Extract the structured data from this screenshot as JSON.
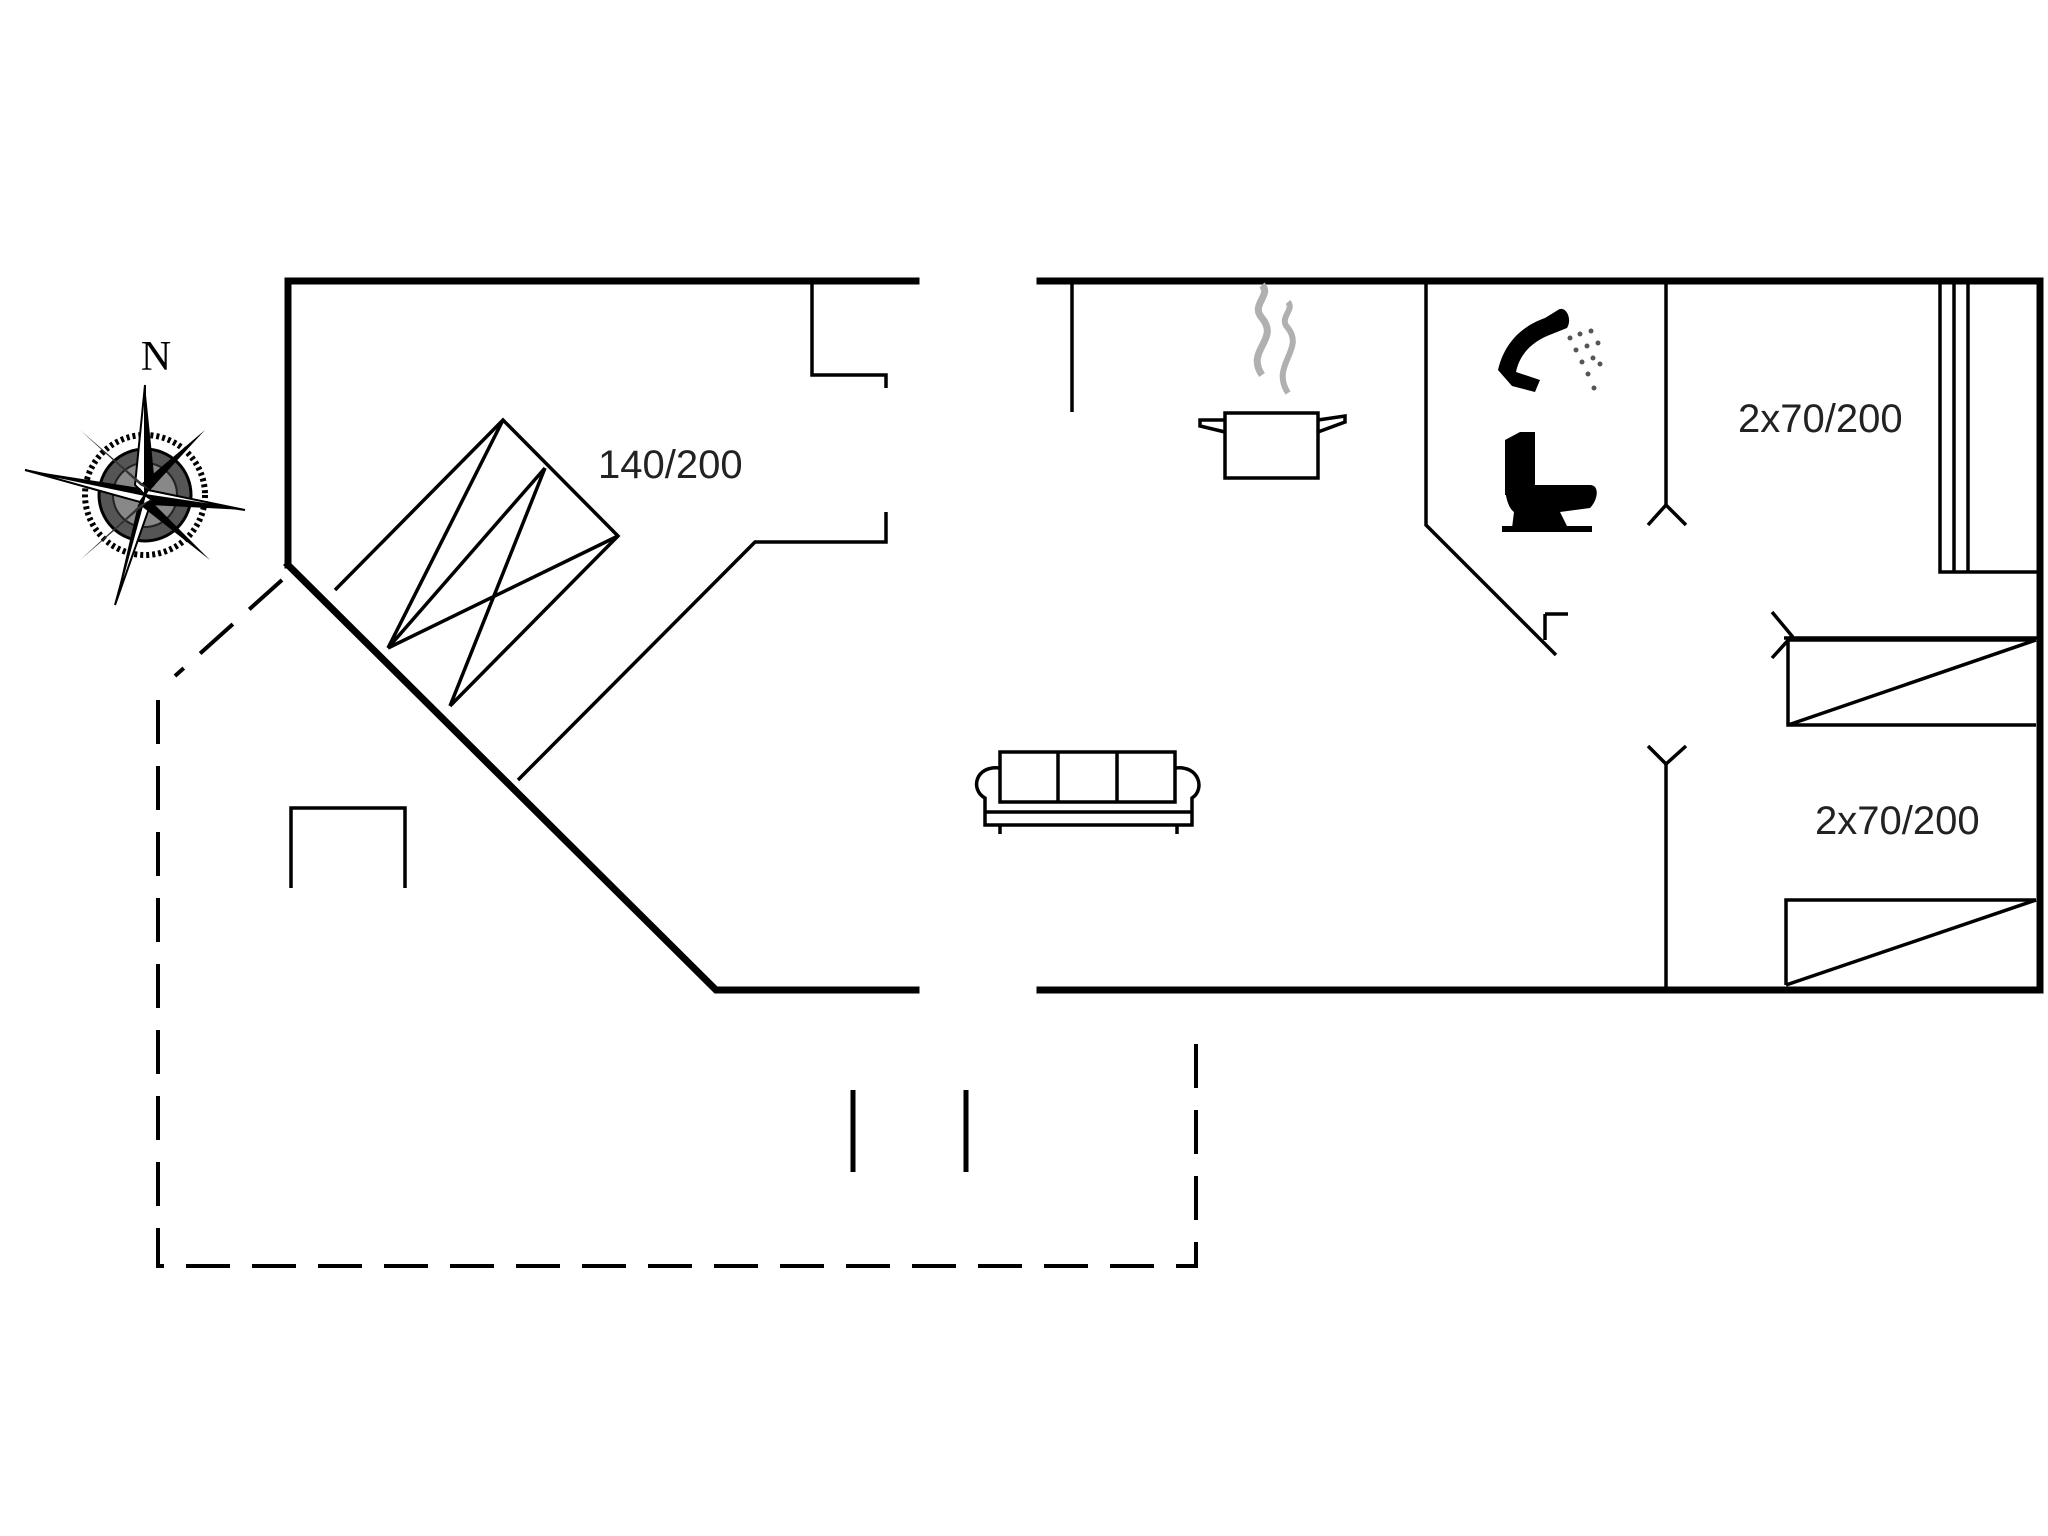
{
  "compass": {
    "north_label": "N"
  },
  "rooms": {
    "bed_left_label": "140/200",
    "bed_right_top_label": "2x70/200",
    "bed_right_bottom_label": "2x70/200"
  },
  "icons": {
    "compass": "compass-rose-icon",
    "kitchen": "cooking-pot-icon",
    "shower": "shower-icon",
    "toilet": "toilet-icon",
    "sofa": "sofa-icon"
  },
  "colors": {
    "line": "#000000",
    "steam": "#b0b0b0",
    "background": "#ffffff"
  }
}
